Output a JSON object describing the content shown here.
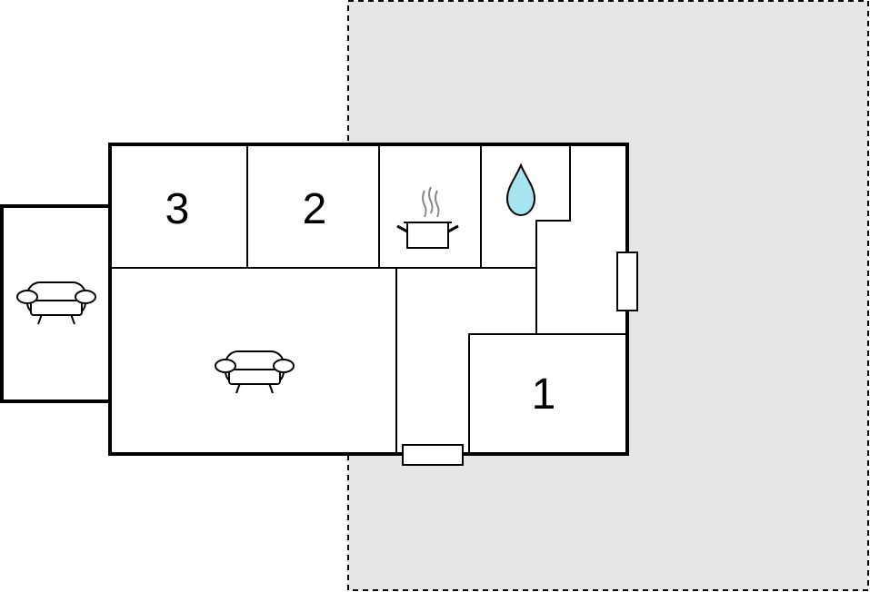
{
  "rooms": {
    "bedroom_1": {
      "label": "1",
      "type": "bedroom"
    },
    "bedroom_2": {
      "label": "2",
      "type": "bedroom"
    },
    "bedroom_3": {
      "label": "3",
      "type": "bedroom"
    },
    "kitchen": {
      "type": "kitchen",
      "icon": "cooking-pot-icon"
    },
    "bathroom": {
      "type": "bathroom",
      "icon": "water-drop-icon"
    },
    "living_room": {
      "type": "living-room",
      "icon": "sofa-icon"
    },
    "veranda": {
      "type": "veranda",
      "icon": "sofa-icon"
    }
  },
  "colors": {
    "terrace_fill": "#e6e6e6",
    "wall": "#000000",
    "water_drop": "#a8e4ef",
    "steam": "#888888",
    "background": "#ffffff"
  }
}
